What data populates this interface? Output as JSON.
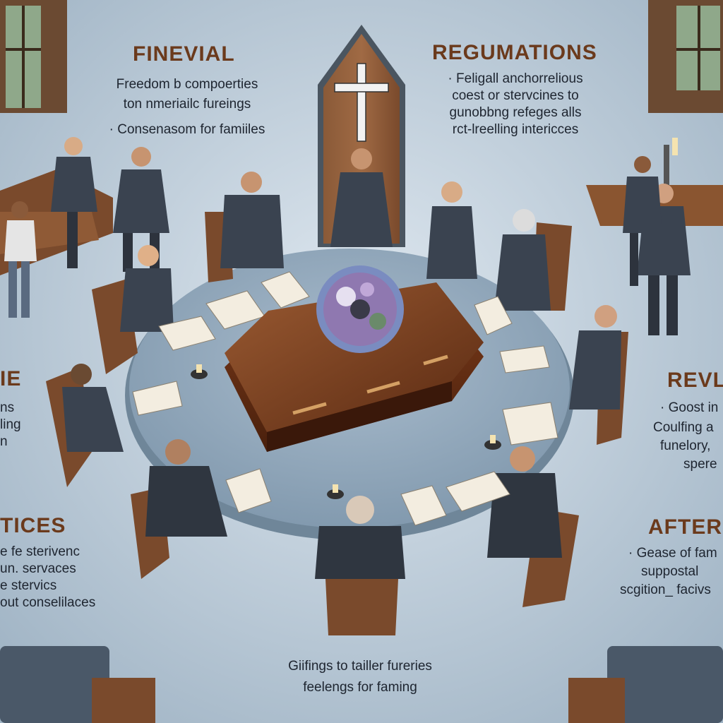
{
  "panels": {
    "top_left": {
      "heading": "FINEVIAL",
      "lines": [
        "Freedom   b compoerties",
        "ton nmeriailc fureings",
        "· Consenasom  for famiiles"
      ]
    },
    "top_right": {
      "heading": "REGUMATIONS",
      "lines": [
        "· Feligall anchorrelious",
        "coest or stervcines to",
        "gunobbng refeges alls",
        "rct-lreelling intericces"
      ]
    },
    "mid_left": {
      "heading": "IE",
      "lines": [
        "ns",
        "ling",
        "n"
      ]
    },
    "mid_right": {
      "heading": "REVL",
      "lines": [
        "· Goost in",
        "Coulfing a",
        "funelory,",
        "spere"
      ]
    },
    "low_left": {
      "heading": "TICES",
      "lines": [
        "e fe sterivenc",
        "un. servaces",
        "e stervics",
        "out conselilaces"
      ]
    },
    "low_right": {
      "heading": "AFTER",
      "lines": [
        "· Gease of fam",
        "suppostal",
        "scgition_ facivs"
      ]
    },
    "bottom": {
      "lines": [
        "Giifings  to  tailler fureries",
        "feelengs   for faming"
      ]
    }
  },
  "colors": {
    "floor": "#a9bccb",
    "table": "#8fa5b8",
    "wood": "#7a4a2c",
    "casket": "#6b3418",
    "suit": "#3a4350",
    "heading": "#6b3a1c"
  }
}
